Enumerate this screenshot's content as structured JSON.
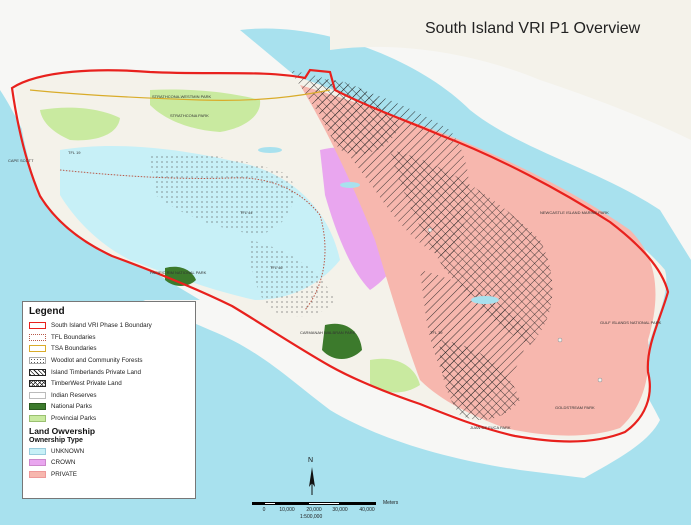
{
  "title": "South Island VRI P1 Overview",
  "colors": {
    "ocean": "#a8e1ee",
    "unknown": "#c7f0f7",
    "crown": "#e9a6ef",
    "private": "#f7b7ae",
    "boundary": "#e8211d",
    "tfl": "#b85a4a",
    "tsa": "#d9ac2a",
    "national_parks": "#3c7a2c",
    "provincial_parks": "#c9eaa0",
    "indian_reserves": "#f0f0f0",
    "land": "#f4f2ea"
  },
  "legend": {
    "title": "Legend",
    "items": [
      {
        "label": "South Island VRI Phase 1 Boundary",
        "icon": "red-outline-swatch"
      },
      {
        "label": "TFL Boundaries",
        "icon": "dotted-outline-swatch"
      },
      {
        "label": "TSA Boundaries",
        "icon": "yellow-outline-swatch"
      },
      {
        "label": "Woodlot and Community Forests",
        "icon": "dotted-fill-swatch"
      },
      {
        "label": "Island Timberlands Private Land",
        "icon": "hatched-swatch"
      },
      {
        "label": "TimberWest Private Land",
        "icon": "crosshatch-swatch"
      },
      {
        "label": "Indian Reserves",
        "icon": "white-swatch"
      },
      {
        "label": "National Parks",
        "icon": "dark-green-swatch"
      },
      {
        "label": "Provincial Parks",
        "icon": "light-green-swatch"
      }
    ],
    "section": "Land Owvership",
    "subsection": "Ownership Type",
    "ownership": [
      {
        "label": "UNKNOWN",
        "icon": "cyan-swatch"
      },
      {
        "label": "CROWN",
        "icon": "pink-swatch"
      },
      {
        "label": "PRIVATE",
        "icon": "salmon-swatch"
      }
    ]
  },
  "scale": {
    "ticks": [
      "0",
      "10,000",
      "20,000",
      "30,000",
      "40,000"
    ],
    "unit": "Meters",
    "ratio": "1:500,000"
  },
  "north": {
    "label": "N"
  },
  "labels": [
    {
      "text": "STRATHCONA-WESTMIN PARK"
    },
    {
      "text": "STRATHCONA PARK"
    },
    {
      "text": "CAPE SCOTT"
    },
    {
      "text": "TFL 19"
    },
    {
      "text": "TFL 44"
    },
    {
      "text": "TFL 46"
    },
    {
      "text": "TFL 39"
    },
    {
      "text": "CARMANAH WALBRAN PARK"
    },
    {
      "text": "PACIFIC RIM NATIONAL PARK"
    },
    {
      "text": "JUAN DE FUCA PARK"
    },
    {
      "text": "GOLDSTREAM PARK"
    },
    {
      "text": "GULF ISLANDS NATIONAL PARK"
    },
    {
      "text": "NEWCASTLE ISLAND MARINE PARK"
    }
  ]
}
